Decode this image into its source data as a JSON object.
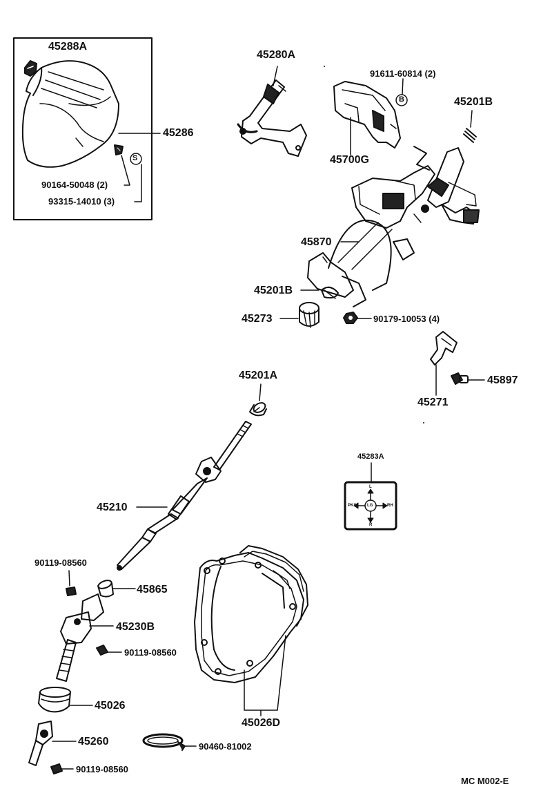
{
  "labels": {
    "p45288A": "45288A",
    "p45286": "45286",
    "p90164": "90164-50048 (2)",
    "p93315": "93315-14010 (3)",
    "p45280A": "45280A",
    "p91611": "91611-60814 (2)",
    "p45201B_top": "45201B",
    "p45700G": "45700G",
    "p45870": "45870",
    "p45201B_mid": "45201B",
    "p45273": "45273",
    "p90179": "90179-10053 (4)",
    "p45897": "45897",
    "p45271": "45271",
    "p45201A": "45201A",
    "p45283A": "45283A",
    "p45210": "45210",
    "p90119_a": "90119-08560",
    "p45865": "45865",
    "p45230B": "45230B",
    "p90119_b": "90119-08560",
    "p45026": "45026",
    "p45026D": "45026D",
    "p45260": "45260",
    "p90460": "90460-81002",
    "p90119_c": "90119-08560"
  },
  "markers": {
    "s_marker": "S",
    "b_marker": "B"
  },
  "plate": {
    "top": "L",
    "left": "PKS",
    "center": "LG",
    "right": "RH",
    "bottom": "R"
  },
  "footer": {
    "code": "MC M002-E"
  }
}
